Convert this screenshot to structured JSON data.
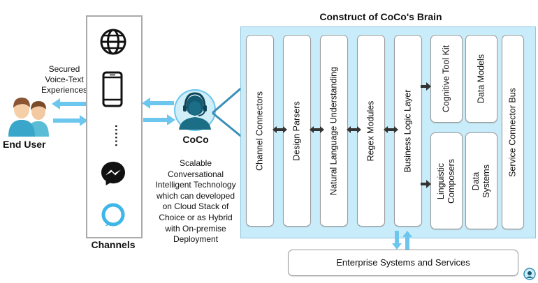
{
  "end_user": {
    "label": "End User",
    "secured_text": [
      "Secured",
      "Voice-Text",
      "Experiences"
    ]
  },
  "channels": {
    "label": "Channels",
    "icons": [
      "globe-icon",
      "smartphone-icon",
      "ellipsis-icon",
      "messenger-icon",
      "alexa-icon"
    ],
    "ellipsis": "......"
  },
  "coco": {
    "label": "CoCo",
    "description": [
      "Scalable",
      "Conversational",
      "Intelligent Technology",
      "which can developed",
      "on Cloud Stack of",
      "Choice or as Hybrid",
      "with On-premise",
      "Deployment"
    ]
  },
  "brain": {
    "title": "Construct of CoCo's Brain",
    "modules": [
      "Channel Connectors",
      "Design Parsers",
      "Natural Language Understanding",
      "Regex Modules",
      "Business Logic Layer"
    ],
    "toolkit": [
      "Cognitive Tool Kit",
      "Data Models"
    ],
    "composers": [
      "Linguistic Composers",
      "Data Systems"
    ],
    "bus": "Service Connector Bus"
  },
  "enterprise": {
    "label": "Enterprise Systems and Services"
  },
  "colors": {
    "panel": "#c9ecfa",
    "arrow": "#6cc6ee",
    "box_border": "#9a9a9a"
  }
}
